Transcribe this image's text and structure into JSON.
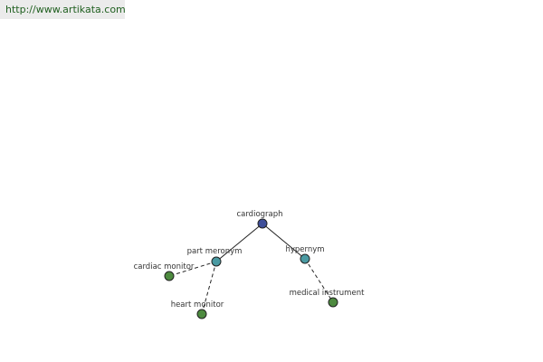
{
  "url": "http://www.artikata.com",
  "colors": {
    "root_node": "#3f4f9a",
    "relation_node": "#4a9aa2",
    "leaf_node": "#4d8a3f"
  },
  "nodes": {
    "root": "cardiograph",
    "rel_left": "part meronym",
    "rel_right": "hypernym",
    "leaf_cardiac_monitor": "cardiac monitor",
    "leaf_heart_monitor": "heart monitor",
    "leaf_medical_instrument": "medical instrument"
  }
}
